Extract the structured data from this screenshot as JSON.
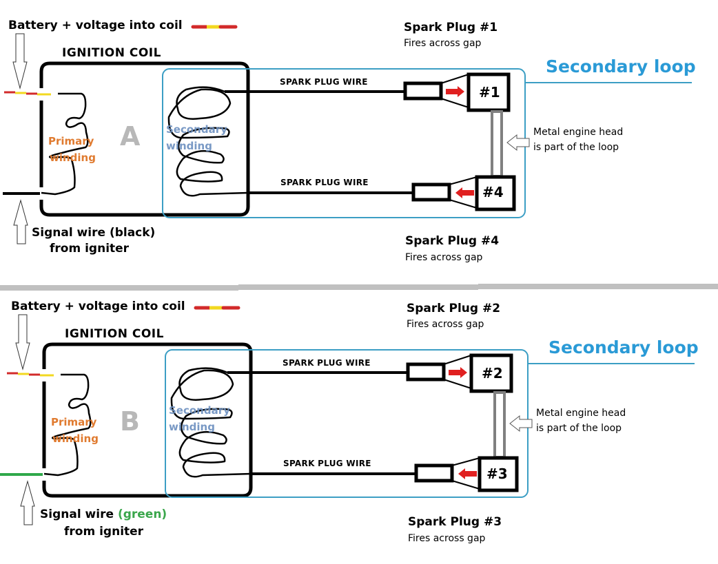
{
  "colors": {
    "loop_blue": "#2a9ad6",
    "box_blue": "#3b9ec4",
    "battery_red": "#d22a2a",
    "battery_yellow": "#f2d820",
    "signal_green": "#2fa84a",
    "primary_orange": "#e07b30",
    "secondary_slate": "#6b8fbf",
    "arrow_red": "#e02020",
    "engine_gray": "#808080",
    "divider_gray": "#c0c0c0"
  },
  "panels": [
    {
      "id": "A",
      "letter": "A",
      "battery_label": "Battery + voltage into coil",
      "coil_title": "IGNITION COIL",
      "primary_label_1": "Primary",
      "primary_label_2": "winding",
      "secondary_label_1": "Secondary",
      "secondary_label_2": "winding",
      "signal_label_prefix": "Signal wire",
      "signal_color_word": "(black)",
      "signal_label_2": "from igniter",
      "signal_wire_color": "black",
      "wire_top_label": "SPARK PLUG WIRE",
      "wire_bottom_label": "SPARK PLUG WIRE",
      "loop_label": "Secondary loop",
      "top_plug": {
        "title": "Spark Plug #1",
        "subtitle": "Fires across gap",
        "id_label": "#1"
      },
      "bottom_plug": {
        "title": "Spark Plug #4",
        "subtitle": "Fires across gap",
        "id_label": "#4"
      },
      "engine_head_label_1": "Metal engine head",
      "engine_head_label_2": "is part of the loop"
    },
    {
      "id": "B",
      "letter": "B",
      "battery_label": "Battery + voltage into coil",
      "coil_title": "IGNITION COIL",
      "primary_label_1": "Primary",
      "primary_label_2": "winding",
      "secondary_label_1": "Secondary",
      "secondary_label_2": "winding",
      "signal_label_prefix": "Signal wire",
      "signal_color_word": "(green)",
      "signal_label_2": "from igniter",
      "signal_wire_color": "green",
      "wire_top_label": "SPARK PLUG WIRE",
      "wire_bottom_label": "SPARK PLUG WIRE",
      "loop_label": "Secondary loop",
      "top_plug": {
        "title": "Spark Plug #2",
        "subtitle": "Fires across gap",
        "id_label": "#2"
      },
      "bottom_plug": {
        "title": "Spark Plug #3",
        "subtitle": "Fires across gap",
        "id_label": "#3"
      },
      "engine_head_label_1": "Metal engine head",
      "engine_head_label_2": "is part of the loop"
    }
  ]
}
